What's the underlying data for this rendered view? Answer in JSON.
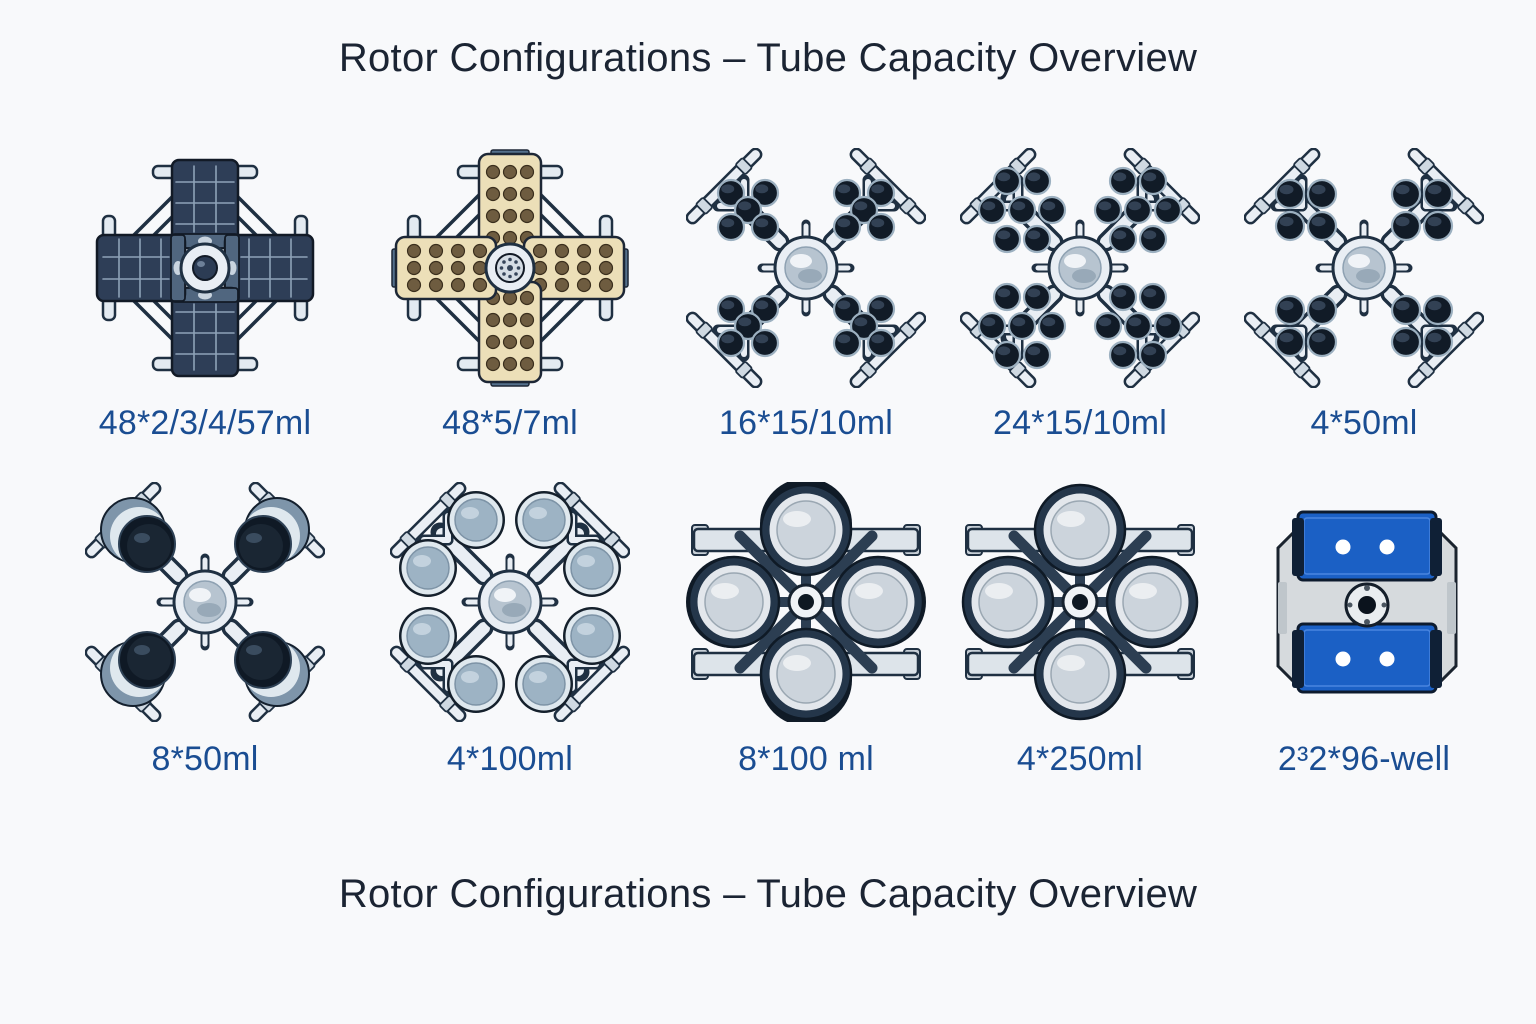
{
  "page": {
    "title_top": "Rotor Configurations – Tube Capacity Overview",
    "title_bottom": "Rotor Configurations – Tube Capacity Overview"
  },
  "colors": {
    "background": "#f8f9fb",
    "title_text": "#1b2433",
    "label_text": "#1a4d92",
    "frame_light": "#e9eef4",
    "frame_outline": "#1f3042",
    "frame_mid": "#cfd9e2",
    "hub_metal": "#b7c4d0",
    "tube_dark": "#111b27",
    "tube_rim": "#9cb0c0",
    "rack_dark": "#2e3e57",
    "rack_grid": "#8ea2b8",
    "rack_latch": "#50667f",
    "rack_beige": "#ecdfb8",
    "rack_hole": "#6e5c40",
    "bucket_gray_blue": "#9db3c4",
    "bucket_rim": "#dfe8ee",
    "bucket_dark_ring": "#24364a",
    "bucket_inner": "#ccd4dc",
    "collar_blue": "#7e95aa",
    "strut_dark": "#2c3e52",
    "plate_blue": "#1b60c5",
    "plate_clamp": "#0f2036",
    "body_gray": "#d6dadd"
  },
  "rotors": [
    {
      "label": "48*2/3/4/57ml",
      "type": "cross-rack",
      "style": "dark-grid",
      "icon": "rack-bucket-swing-rotor-icon"
    },
    {
      "label": "48*5/7ml",
      "type": "cross-rack",
      "style": "beige-holes",
      "icon": "tube-rack-swing-rotor-icon"
    },
    {
      "label": "16*15/10ml",
      "type": "x-tubes",
      "tubes_per_corner": 5,
      "tube_radius": 13,
      "icon": "fixed-angle-tube-rotor-icon"
    },
    {
      "label": "24*15/10ml",
      "type": "x-tubes",
      "tubes_per_corner": 7,
      "tube_radius": 13,
      "icon": "fixed-angle-tube-rotor-icon"
    },
    {
      "label": "4*50ml",
      "type": "x-tubes",
      "tubes_per_corner": 4,
      "tube_radius": 14,
      "icon": "fixed-angle-tube-rotor-icon"
    },
    {
      "label": "8*50ml",
      "type": "x-round",
      "icon": "round-tube-swing-rotor-icon"
    },
    {
      "label": "4*100ml",
      "type": "x-buckets8",
      "icon": "eight-bucket-swing-rotor-icon"
    },
    {
      "label": "8*100 ml",
      "type": "swing4",
      "deep": true,
      "icon": "four-bucket-swing-rotor-icon"
    },
    {
      "label": "4*250ml",
      "type": "swing4",
      "deep": false,
      "icon": "four-bucket-swing-rotor-icon"
    },
    {
      "label": "2³2*96-well",
      "type": "plate",
      "icon": "microplate-rotor-icon"
    }
  ]
}
